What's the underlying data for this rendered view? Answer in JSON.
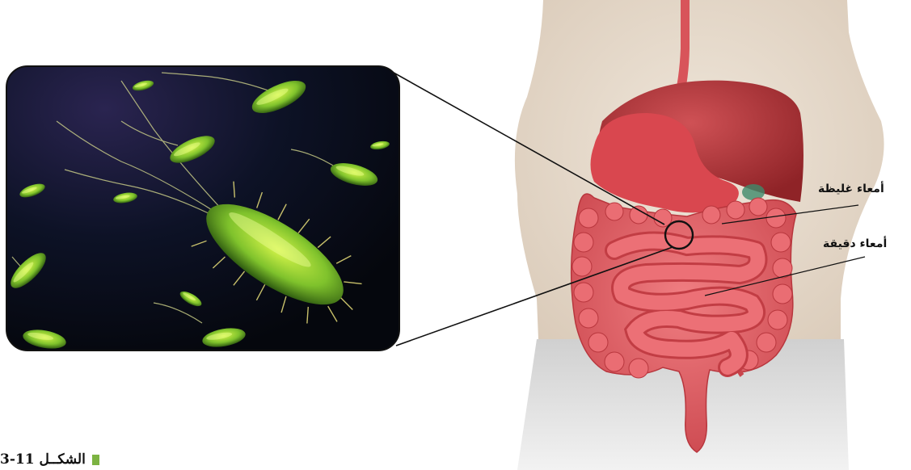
{
  "labels": {
    "large_intestine": "أمعاء غليظة",
    "small_intestine": "أمعاء دقيقة"
  },
  "caption": {
    "text": "الشكــل 11-3"
  },
  "colors": {
    "caption_square": "#7cb342",
    "bacteria_background": "#0b0f1c",
    "bacteria_body": "#8fd130",
    "intestine": "#e35b63",
    "liver": "#b8383c",
    "torso": "#e8ddd0",
    "pants": "#c8c8c8"
  },
  "icons": {
    "callout": "magnifier-circle"
  }
}
